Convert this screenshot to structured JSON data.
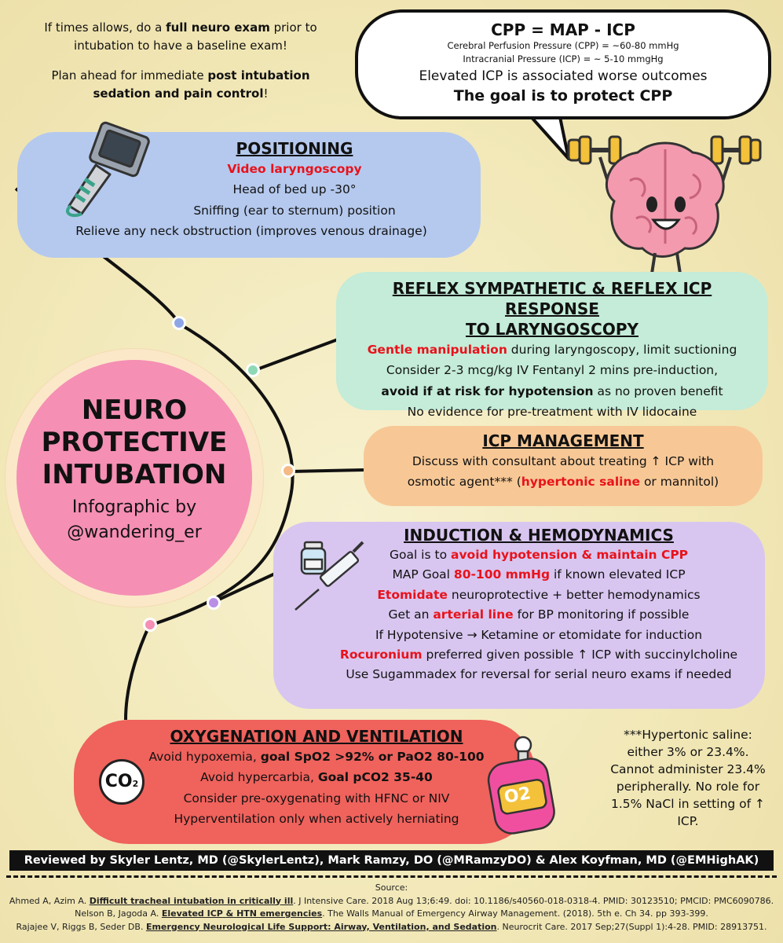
{
  "note": {
    "line1a": "If times allows, do a ",
    "line1b": "full neuro exam",
    "line1c": " prior to intubation to have a baseline exam!",
    "line2a": "Plan ahead for immediate ",
    "line2b": "post intubation sedation and pain control",
    "line2c": "!"
  },
  "bubble": {
    "formula": "CPP = MAP - ICP",
    "cpp": "Cerebral Perfusion Pressure (CPP) = ~60-80 mmHg",
    "icp": "Intracranial Pressure (ICP) = ~ 5-10 mmgHg",
    "elevated": "Elevated ICP is associated worse outcomes",
    "goal": "The goal is to protect CPP"
  },
  "positioning": {
    "title": "POSITIONING",
    "l1": "Video laryngoscopy",
    "l2": "Head of bed up -30°",
    "l3": "Sniffing (ear to sternum) position",
    "l4": "Relieve any neck obstruction (improves venous drainage)"
  },
  "reflex": {
    "title1": "REFLEX SYMPATHETIC & REFLEX ICP RESPONSE",
    "title2": "TO LARYNGOSCOPY",
    "l1a": "Gentle manipulation",
    "l1b": " during laryngoscopy, limit suctioning",
    "l2": "Consider 2-3 mcg/kg IV Fentanyl 2 mins pre-induction,",
    "l3a": "avoid if at risk for hypotension",
    "l3b": "  as no proven benefit",
    "l4": "No evidence for pre-treatment with IV lidocaine"
  },
  "icp": {
    "title": "ICP MANAGEMENT",
    "l1": "Discuss with consultant about treating ↑ ICP with",
    "l2a": "osmotic agent*** (",
    "l2b": "hypertonic saline",
    "l2c": " or mannitol)"
  },
  "induction": {
    "title": "INDUCTION & HEMODYNAMICS",
    "l1a": "Goal is to ",
    "l1b": "avoid hypotension & maintain CPP",
    "l2a": "MAP Goal ",
    "l2b": "80-100 mmHg",
    "l2c": " if known elevated ICP",
    "l3a": "Etomidate",
    "l3b": " neuroprotective + better hemodynamics",
    "l4a": "Get an ",
    "l4b": "arterial line",
    "l4c": " for BP monitoring if possible",
    "l5": "If Hypotensive → Ketamine or etomidate for induction",
    "l6a": "Rocuronium",
    "l6b": " preferred given possible ↑ ICP with succinylcholine",
    "l7": "Use Sugammadex for reversal for serial neuro exams if needed"
  },
  "oxygen": {
    "title": "OXYGENATION AND VENTILATION",
    "l1a": "Avoid hypoxemia, ",
    "l1b": "goal SpO2 >92% or PaO2 80-100",
    "l2a": "Avoid hypercarbia, ",
    "l2b": "Goal pCO2 35-40",
    "l3": "Consider pre-oxygenating with HFNC or NIV",
    "l4": "Hyperventilation only when actively herniating",
    "co2": "CO",
    "co2sub": "2",
    "o2": "O2"
  },
  "hub": {
    "l1": "NEURO",
    "l2": "PROTECTIVE",
    "l3": "INTUBATION",
    "l4": "Infographic by",
    "l5": "@wandering_er"
  },
  "hsnote": "***Hypertonic saline: either 3% or 23.4%. Cannot administer 23.4% peripherally. No role for 1.5% NaCl in setting of ↑ ICP.",
  "reviewed": "Reviewed by Skyler Lentz, MD (@SkylerLentz), Mark Ramzy, DO (@MRamzyDO) & Alex Koyfman, MD (@EMHighAK)",
  "source": {
    "label": "Source:",
    "r1a": "Ahmed A, Azim A. ",
    "r1b": "Difficult tracheal intubation in critically ill",
    "r1c": ". J Intensive Care. 2018 Aug 13;6:49. doi: 10.1186/s40560-018-0318-4. PMID: 30123510; PMCID: PMC6090786.",
    "r2a": "Nelson B, Jagoda A. ",
    "r2b": "Elevated ICP & HTN emergencies",
    "r2c": ". The Walls Manual of Emergency Airway Management. (2018). 5th e. Ch 34. pp 393-399.",
    "r3a": "Rajajee V, Riggs B, Seder DB. ",
    "r3b": "Emergency Neurological Life Support: Airway, Ventilation, and Sedation",
    "r3c": ". Neurocrit Care. 2017 Sep;27(Suppl 1):4-28. PMID: 28913751."
  },
  "colors": {
    "positioning": "#b5c9ee",
    "reflex": "#c4ecd8",
    "icp": "#f7c896",
    "induction": "#d8c6f0",
    "oxygen": "#f0625c",
    "hub": "#f58fb4",
    "accent_red": "#e8121b"
  }
}
